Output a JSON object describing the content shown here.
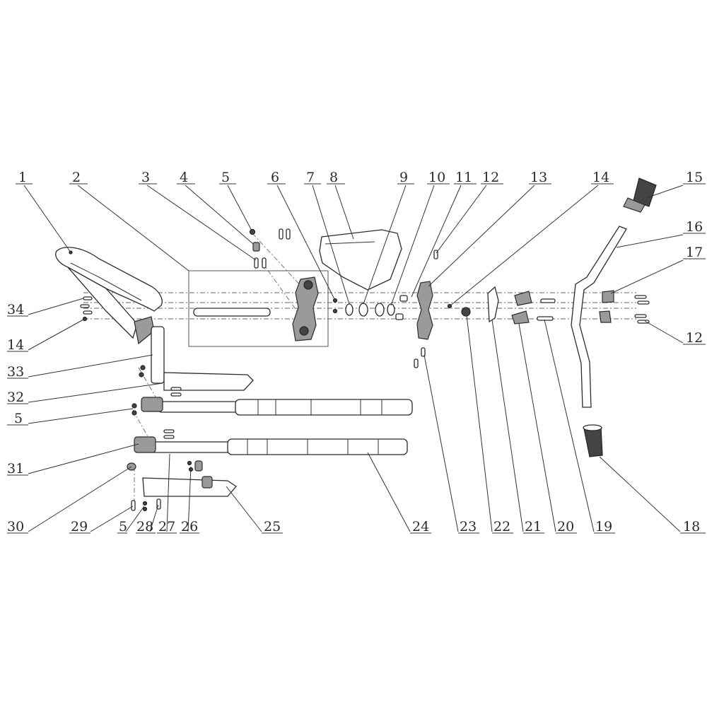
{
  "callouts": {
    "c1": "1",
    "c2": "2",
    "c3": "3",
    "c4": "4",
    "c5a": "5",
    "c6": "6",
    "c7": "7",
    "c8": "8",
    "c9": "9",
    "c10": "10",
    "c11": "11",
    "c12a": "12",
    "c13": "13",
    "c14a": "14",
    "c15": "15",
    "c16": "16",
    "c17": "17",
    "c34": "34",
    "c14b": "14",
    "c12b": "12",
    "c33": "33",
    "c32": "32",
    "c5b": "5",
    "c31": "31",
    "c30": "30",
    "c29": "29",
    "c5c": "5",
    "c28": "28",
    "c27": "27",
    "c26": "26",
    "c25": "25",
    "c24": "24",
    "c23": "23",
    "c22": "22",
    "c21": "21",
    "c20": "20",
    "c19": "19",
    "c18": "18"
  }
}
